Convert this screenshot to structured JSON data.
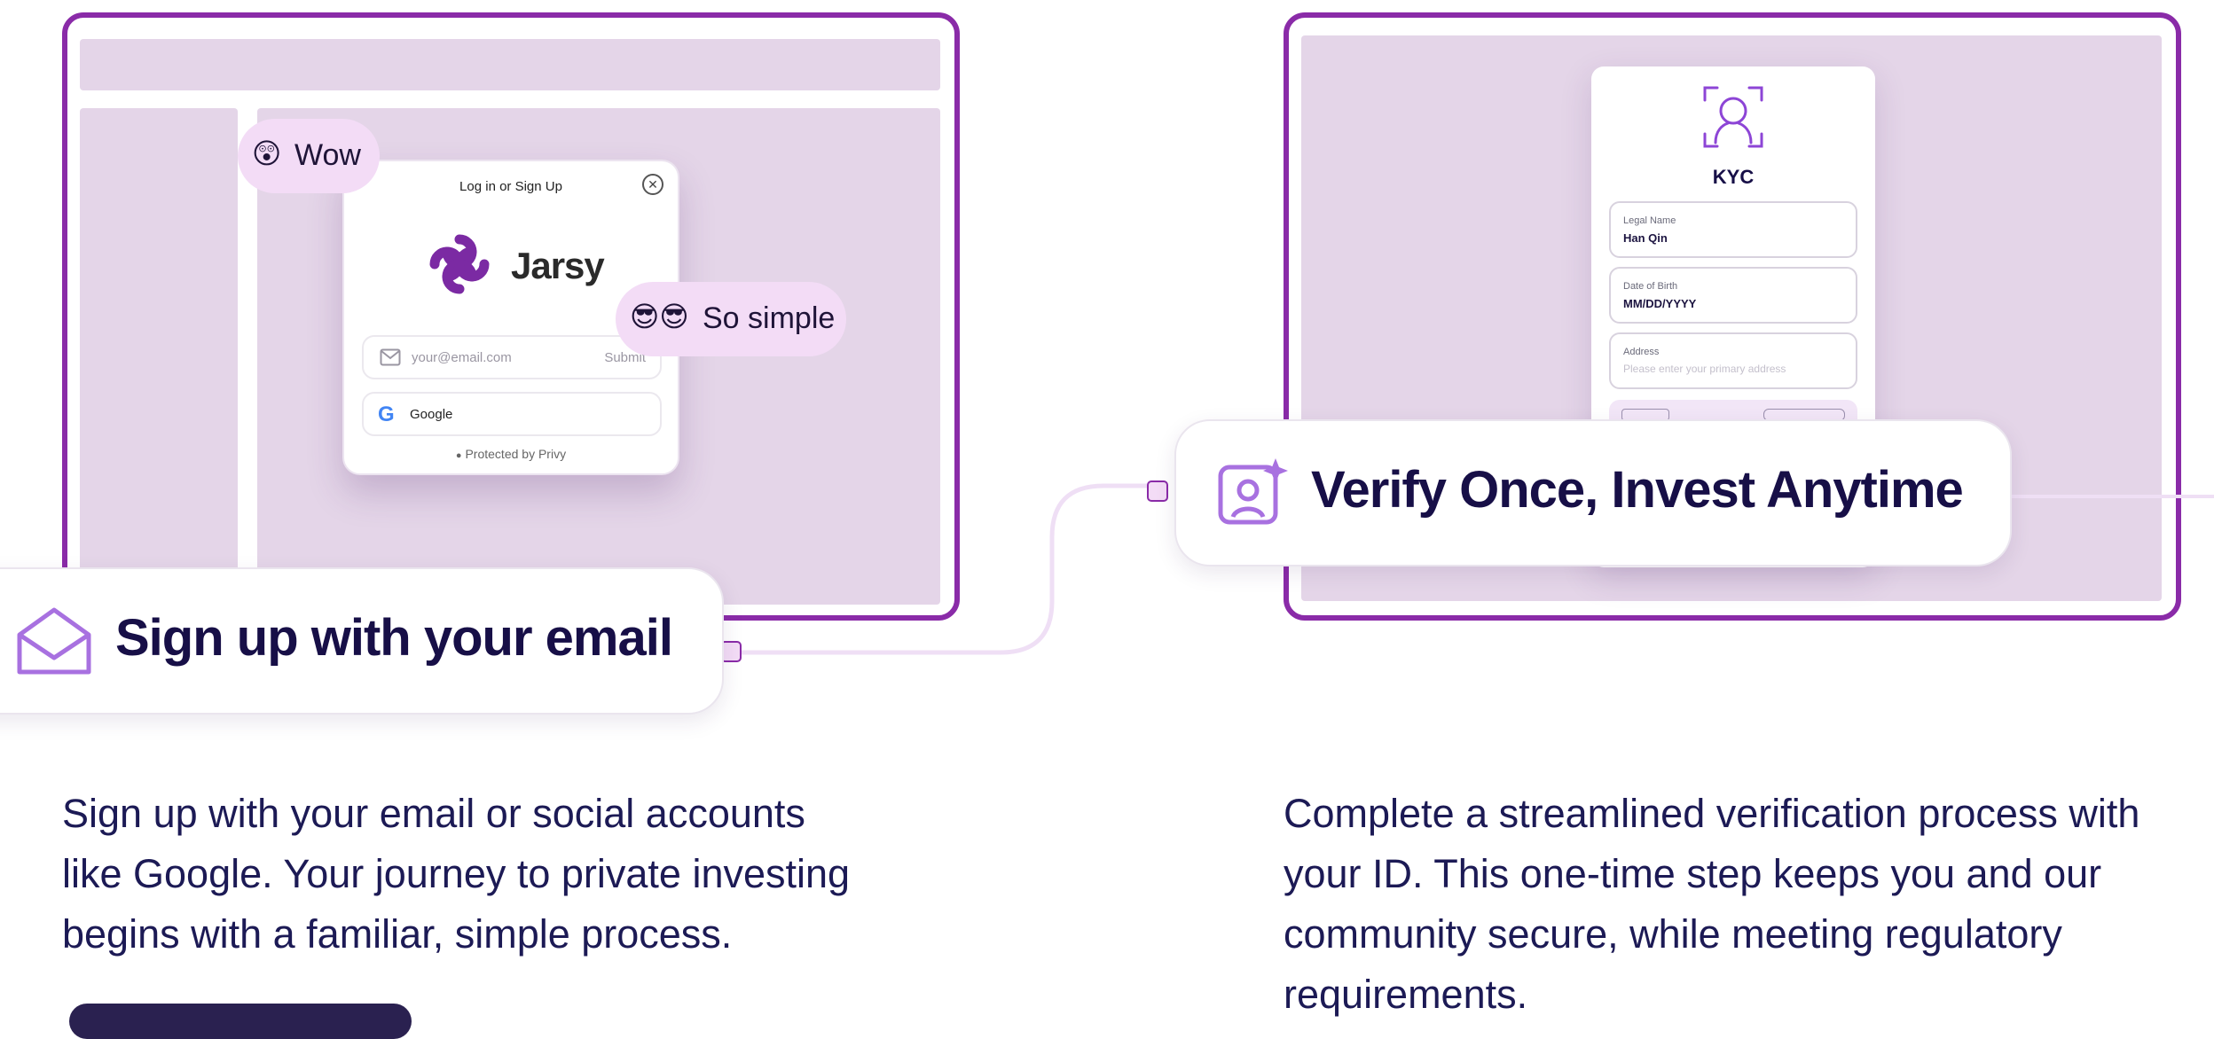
{
  "colors": {
    "frame_border": "#8a2ba8",
    "placeholder_block": "#e4d5e8",
    "bubble": "#f3dcf6",
    "heading_text": "#170f47",
    "body_text": "#1c1a55",
    "accent_icon": "#a871e0"
  },
  "login_modal": {
    "title": "Log in or Sign Up",
    "close_icon": "close-icon",
    "brand_name": "Jarsy",
    "email_placeholder": "your@email.com",
    "submit_label": "Submit",
    "google_label": "Google",
    "protected_text": "Protected by Privy"
  },
  "bubbles": {
    "wow": {
      "emoji": "😲",
      "text": "Wow"
    },
    "simple": {
      "emoji": "😎😎",
      "text": "So simple"
    }
  },
  "kyc": {
    "title": "KYC",
    "fields": [
      {
        "label": "Legal Name",
        "value": "Han Qin"
      },
      {
        "label": "Date of Birth",
        "value": "MM/DD/YYYY"
      },
      {
        "label": "Address",
        "placeholder": "Please enter your primary address"
      }
    ]
  },
  "features": [
    {
      "icon": "envelope-open-icon",
      "label": "Sign up with your email",
      "description_lines": [
        "Sign up with your email or social accounts",
        "like Google. Your journey to private investing",
        "begins with a familiar, simple process."
      ]
    },
    {
      "icon": "user-sparkle-icon",
      "label": "Verify Once, Invest Anytime",
      "description_lines": [
        "Complete a streamlined verification process with",
        "your ID. This one-time step keeps you and our",
        "community secure, while meeting regulatory",
        "requirements."
      ]
    }
  ]
}
